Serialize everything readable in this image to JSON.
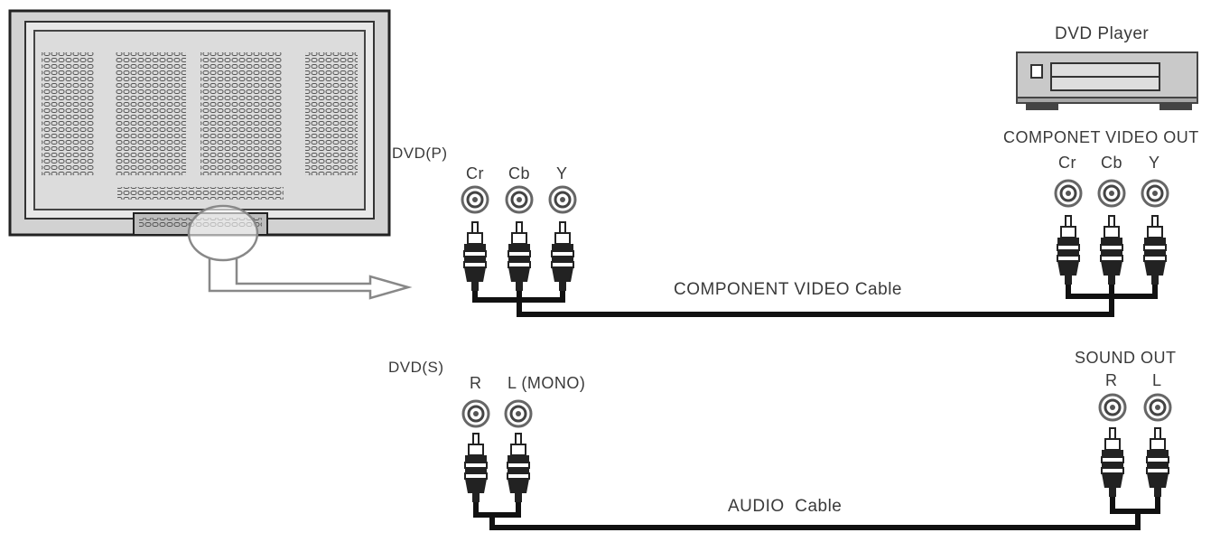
{
  "tv": {
    "input_video_label": "DVD(P)",
    "input_audio_label": "DVD(S)",
    "video_jacks": [
      "Cr",
      "Cb",
      "Y"
    ],
    "audio_jacks": [
      "R",
      "L (MONO)"
    ]
  },
  "dvd": {
    "title": "DVD Player",
    "video_out_label": "COMPONET VIDEO OUT",
    "video_jacks": [
      "Cr",
      "Cb",
      "Y"
    ],
    "sound_out_label": "SOUND OUT",
    "audio_jacks": [
      "R",
      "L"
    ]
  },
  "cables": {
    "video": "COMPONENT VIDEO Cable",
    "audio": "AUDIO  Cable"
  },
  "colors": {
    "line": "#111111",
    "outline": "#777777",
    "device_fill": "#c9c9c9"
  }
}
